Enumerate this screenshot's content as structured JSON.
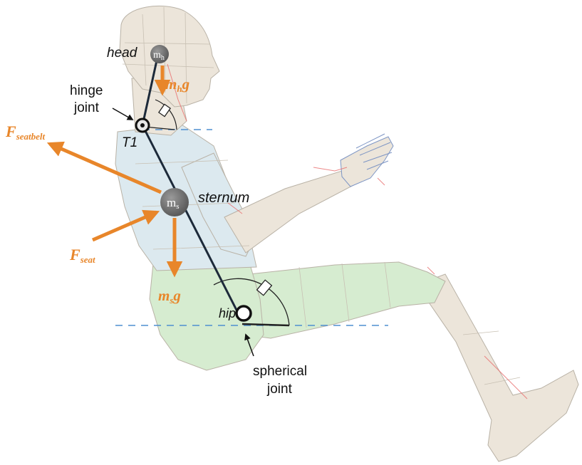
{
  "labels": {
    "head": "head",
    "hinge_joint_line1": "hinge",
    "hinge_joint_line2": "joint",
    "t1": "T1",
    "sternum": "sternum",
    "hip": "hip",
    "spherical_joint_line1": "spherical",
    "spherical_joint_line2": "joint"
  },
  "masses": {
    "head": {
      "main": "m",
      "sub": "h"
    },
    "sternum": {
      "main": "m",
      "sub": "s"
    }
  },
  "forces": {
    "head_weight": {
      "main": "m",
      "sub": "h",
      "tail": "g"
    },
    "sternum_weight": {
      "main": "m",
      "sub": "s",
      "tail": "g"
    },
    "seatbelt": {
      "main": "F",
      "sub": "seatbelt"
    },
    "seat": {
      "main": "F",
      "sub": "seat"
    }
  },
  "colors": {
    "force": "#e8862a",
    "link": "#1d2a3a",
    "dashed": "#4f8fd0",
    "mass": "#6e6e6e",
    "body": "#ece5da",
    "torso": "#dce9ef",
    "pelvis": "#d6ecd0",
    "red_lines": "#e86a6a"
  }
}
